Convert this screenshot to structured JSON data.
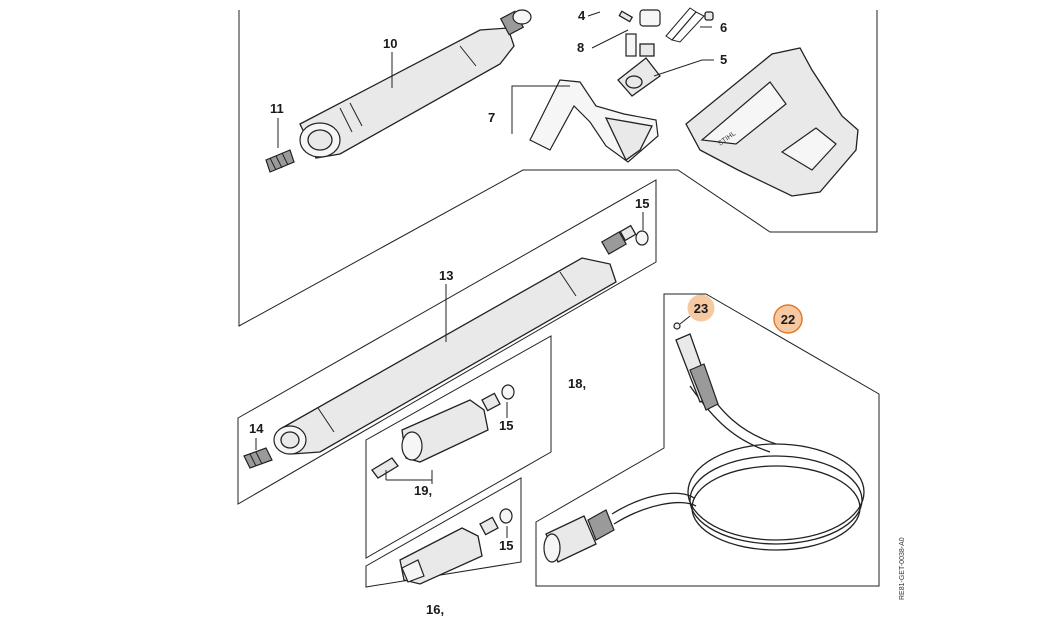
{
  "labels": {
    "p4": "4",
    "p5": "5",
    "p6": "6",
    "p7": "7",
    "p8": "8",
    "p10": "10",
    "p11": "11",
    "p13": "13",
    "p14": "14",
    "p15a": "15",
    "p15b": "15",
    "p15c": "15",
    "p16": "16,",
    "p18": "18,",
    "p19": "19,"
  },
  "callouts": {
    "c22": "22",
    "c23": "23"
  },
  "drawing_code": "RE81-GET-0038-A0",
  "colors": {
    "callout_fill": "#f6c9a3",
    "callout_stroke": "#e07b2a",
    "line": "#222222"
  }
}
